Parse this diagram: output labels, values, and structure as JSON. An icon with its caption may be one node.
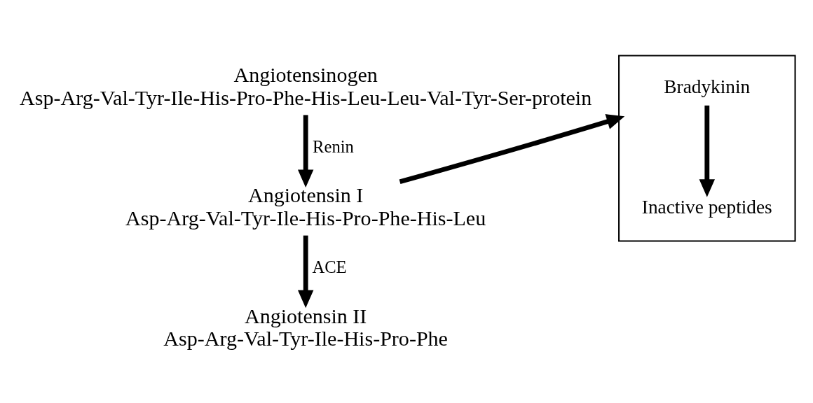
{
  "diagram": {
    "nodes": [
      {
        "text": [
          "Angiotensinogen",
          "Asp-Arg-Val-Tyr-Ile-His-Pro-Phe-His-Leu-Leu-Val-Tyr-Ser-protein"
        ]
      },
      {
        "text": [
          "Angiotensin I",
          "Asp-Arg-Val-Tyr-Ile-His-Pro-Phe-His-Leu"
        ]
      },
      {
        "text": [
          "Angiotensin II",
          "Asp-Arg-Val-Tyr-Ile-His-Pro-Phe"
        ]
      },
      {
        "text": [],
        "shape": "box"
      },
      {
        "text": [
          "Bradykinin"
        ],
        "in": 3
      },
      {
        "text": [
          "Inactive peptides"
        ],
        "in": 3
      }
    ],
    "edges": [
      {
        "from": 0,
        "to": 1,
        "arrow": "to",
        "label": "Renin"
      },
      {
        "from": 1,
        "to": 3,
        "arrow": "to"
      },
      {
        "from": 1,
        "to": 2,
        "arrow": "to",
        "label": "ACE"
      },
      {
        "from": 4,
        "to": 5,
        "arrow": "to"
      }
    ]
  }
}
